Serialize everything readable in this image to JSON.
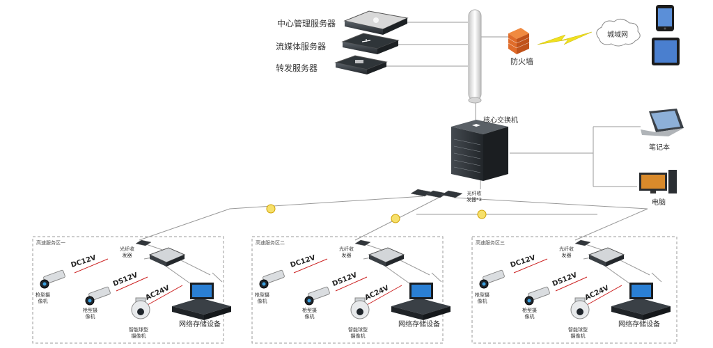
{
  "servers": {
    "center_mgmt": "中心管理服务器",
    "streaming": "流媒体服务器",
    "forwarding": "转发服务器"
  },
  "network": {
    "firewall": "防火墙",
    "wan": "城域网",
    "core_switch": "核心交换机",
    "laptop": "笔记本",
    "pc": "电脑",
    "fiber_transceivers": "光纤收\n发器*3"
  },
  "zones": [
    {
      "title": "高速服务区一",
      "transceiver": "光纤收\n发器",
      "dc": "DC12V",
      "ds": "DS12V",
      "ac": "AC24V",
      "gun_cam_1": "枪型摄\n像机",
      "gun_cam_2": "枪型摄\n像机",
      "dome_cam": "智能球型\n摄像机",
      "nvr": "网络存储设备"
    },
    {
      "title": "高速服务区二",
      "transceiver": "光纤收\n发器",
      "dc": "DC12V",
      "ds": "DS12V",
      "ac": "AC24V",
      "gun_cam_1": "枪型摄\n像机",
      "gun_cam_2": "枪型摄\n像机",
      "dome_cam": "智能球型\n摄像机",
      "nvr": "网络存储设备"
    },
    {
      "title": "高速服务区三",
      "transceiver": "光纤收\n发器",
      "dc": "DC12V",
      "ds": "DS12V",
      "ac": "AC24V",
      "gun_cam_1": "枪型摄\n像机",
      "gun_cam_2": "枪型摄\n像机",
      "dome_cam": "智能球型\n摄像机",
      "nvr": "网络存储设备"
    }
  ],
  "colors": {
    "line": "#999999",
    "device_dark": "#2e3338",
    "firewall": "#e06c2a",
    "lightning": "#f0e020",
    "red_line": "#cc2222"
  }
}
